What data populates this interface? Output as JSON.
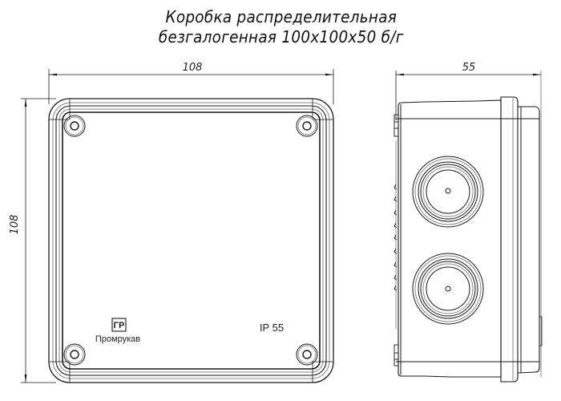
{
  "title": {
    "line1": "Коробка распределительная",
    "line2": "безгалогенная 100х100х50 б/г"
  },
  "front_view": {
    "dimension_width": "108",
    "dimension_height": "108",
    "brand_logo_mark": "ΓР",
    "brand_name": "Промрукав",
    "protection_rating": "IP 55",
    "screws": 4
  },
  "side_view": {
    "dimension_depth": "55",
    "cable_glands": 2
  },
  "colors": {
    "line": "#1a1a1a",
    "light_line": "#8a8a8a",
    "background": "#ffffff"
  }
}
